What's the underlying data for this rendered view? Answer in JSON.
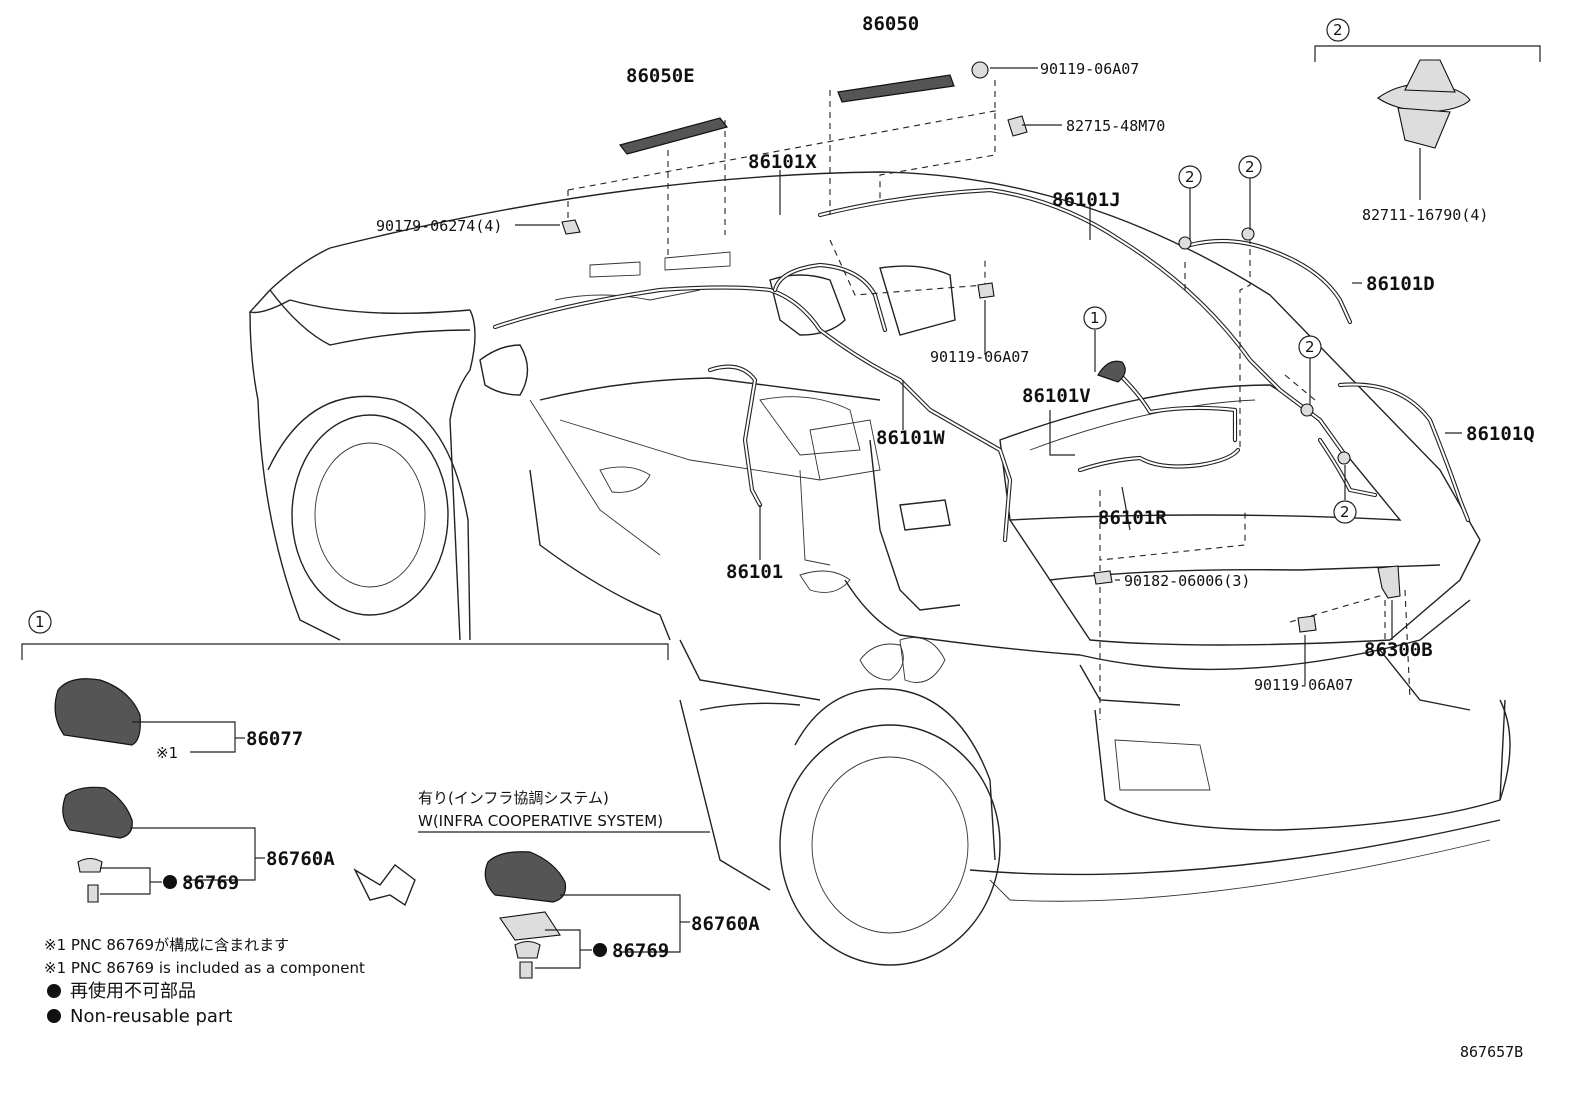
{
  "diagram": {
    "diagram_code": "867657B",
    "circled": [
      "①",
      "②"
    ],
    "callouts": {
      "p86050": "86050",
      "p86050E": "86050E",
      "p86101X": "86101X",
      "p86101J": "86101J",
      "p86101D": "86101D",
      "p86101V": "86101V",
      "p86101W": "86101W",
      "p86101R": "86101R",
      "p86101Q": "86101Q",
      "p86101": "86101",
      "p86300B": "86300B",
      "p90119_top": "90119-06A07",
      "p90119_mid": "90119-06A07",
      "p90119_bot": "90119-06A07",
      "p82715": "82715-48M70",
      "p82711": "82711-16790(4)",
      "p90179": "90179-06274(4)",
      "p90182": "90182-06006(3)"
    },
    "inset1": {
      "p86077": "86077",
      "p86760A_left": "86760A",
      "p86769_left": "86769",
      "p86760A_right": "86760A",
      "p86769_right": "86769",
      "note_mark": "※1",
      "infra_jp": "有り(インフラ協調システム)",
      "infra_en": "W(INFRA COOPERATIVE SYSTEM)"
    },
    "legend": {
      "line1": "※1 PNC 86769が構成に含まれます",
      "line2": "※1 PNC 86769 is included as a component",
      "line3": "再使用不可部品",
      "line4": "Non-reusable part"
    }
  }
}
